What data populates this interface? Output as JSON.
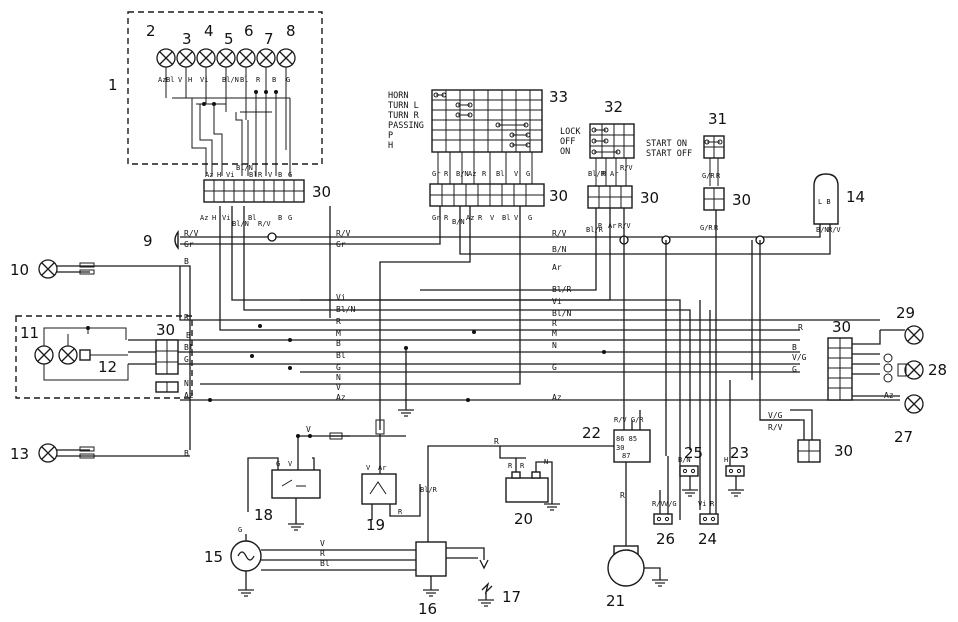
{
  "numbers": {
    "n1": "1",
    "n2": "2",
    "n3": "3",
    "n4": "4",
    "n5": "5",
    "n6": "6",
    "n7": "7",
    "n8": "8",
    "n9": "9",
    "n10": "10",
    "n11": "11",
    "n12": "12",
    "n13": "13",
    "n14": "14",
    "n15": "15",
    "n16": "16",
    "n17": "17",
    "n18": "18",
    "n19": "19",
    "n20": "20",
    "n21": "21",
    "n22": "22",
    "n23": "23",
    "n24": "24",
    "n25": "25",
    "n26": "26",
    "n27": "27",
    "n28": "28",
    "n29": "29",
    "n30": "30",
    "n31": "31",
    "n32": "32",
    "n33": "33"
  },
  "switch33": {
    "rows": [
      "HORN",
      "TURN L",
      "TURN R",
      "PASSING",
      "P",
      "H"
    ]
  },
  "switch32": {
    "rows": [
      "LOCK",
      "OFF",
      "ON"
    ]
  },
  "switch31": {
    "rows": [
      "START ON",
      "START OFF"
    ]
  },
  "cluster_pins": [
    "Az",
    "Bl",
    "V",
    "H",
    "Vi",
    "Bl/N",
    "Bl",
    "R",
    "B",
    "G"
  ],
  "conn30a": [
    "Az",
    "H",
    "Vi",
    "Bl/N",
    "Bl",
    "R",
    "V",
    "B",
    "G"
  ],
  "conn30a_bottom": [
    "Az",
    "H",
    "Vi",
    "Bl/N",
    "Bl",
    "R/V",
    "B",
    "G"
  ],
  "conn30b": [
    "Gr",
    "R",
    "B/N",
    "Az",
    "R",
    "Bl",
    "V",
    "G"
  ],
  "conn30b_bottom": [
    "Gr",
    "R",
    "B/N",
    "Az",
    "R",
    "V",
    "Bl",
    "V",
    "G"
  ],
  "conn30c": [
    "Bl/R",
    "R",
    "Ar",
    "R/V"
  ],
  "conn30d": [
    "G/R",
    "R"
  ],
  "relay22": {
    "pins": "86 85",
    "pin30": "30",
    "pin87": "87",
    "top": "R/V  G/R"
  },
  "lamp14": "L B",
  "wires": {
    "rv": "R/V",
    "gr": "Gr",
    "b": "B",
    "r": "R",
    "vi": "Vi",
    "bln": "Bl/N",
    "m": "M",
    "n": "N",
    "bl": "Bl",
    "g": "G",
    "v": "V",
    "az": "Az",
    "blr": "Bl/R",
    "ar": "Ar",
    "bn": "B/N",
    "vg": "V/G",
    "gr2": "G/R",
    "bn2": "B/N",
    "h": "H"
  }
}
